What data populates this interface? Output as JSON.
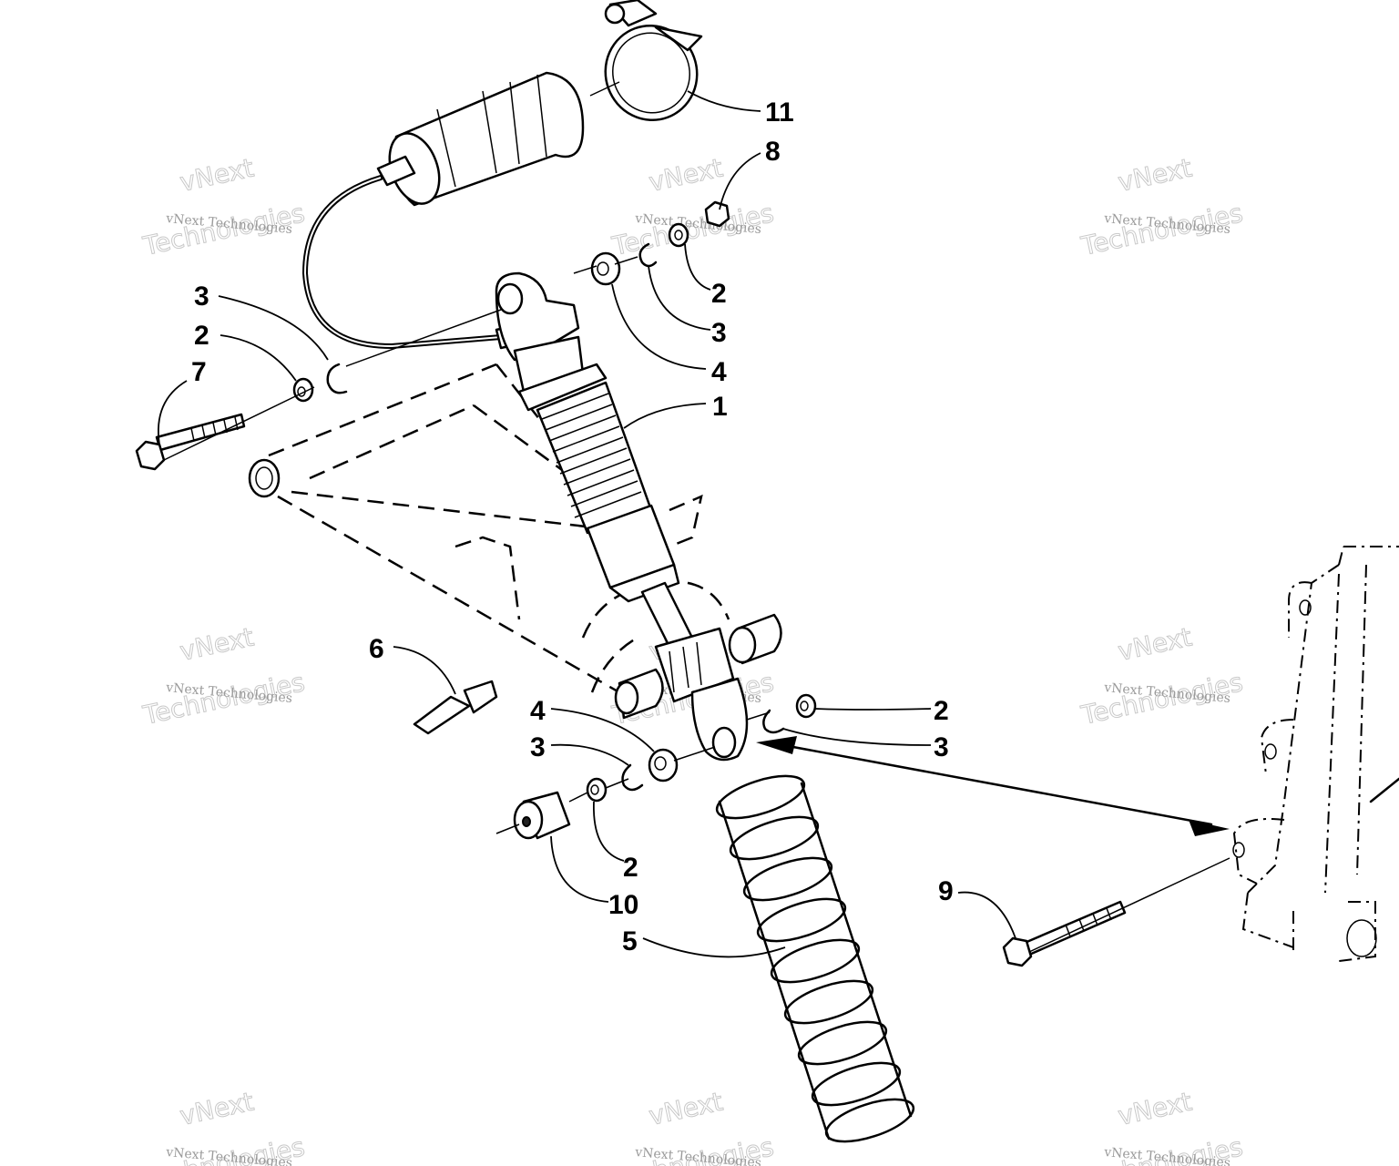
{
  "watermark": {
    "small_text": "vNext Technologies",
    "big_line1": "vNext",
    "big_line2": "Technologies"
  },
  "callouts": [
    {
      "id": "c11",
      "label": "11"
    },
    {
      "id": "c8",
      "label": "8"
    },
    {
      "id": "c2a",
      "label": "2"
    },
    {
      "id": "c3a",
      "label": "3"
    },
    {
      "id": "c4a",
      "label": "4"
    },
    {
      "id": "c1",
      "label": "1"
    },
    {
      "id": "c3b",
      "label": "3"
    },
    {
      "id": "c2b",
      "label": "2"
    },
    {
      "id": "c7",
      "label": "7"
    },
    {
      "id": "c6",
      "label": "6"
    },
    {
      "id": "c4b",
      "label": "4"
    },
    {
      "id": "c3c",
      "label": "3"
    },
    {
      "id": "c2c",
      "label": "2"
    },
    {
      "id": "c3d",
      "label": "3"
    },
    {
      "id": "c2d",
      "label": "2"
    },
    {
      "id": "c10",
      "label": "10"
    },
    {
      "id": "c5",
      "label": "5"
    },
    {
      "id": "c9",
      "label": "9"
    }
  ]
}
